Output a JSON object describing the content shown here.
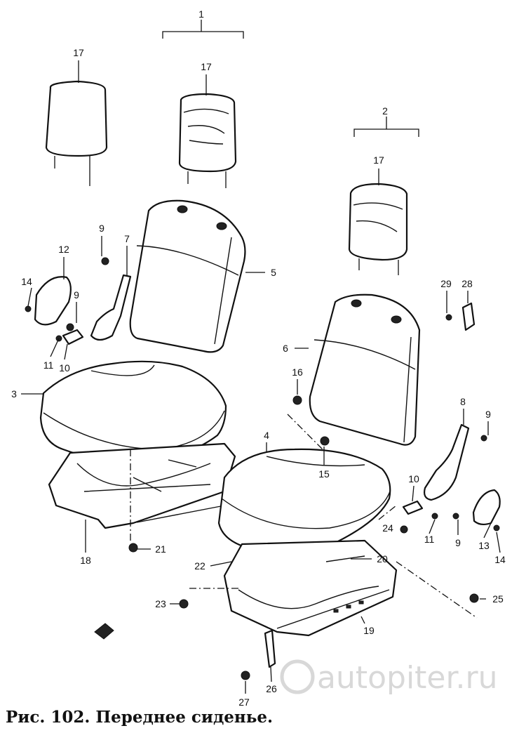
{
  "figure": {
    "caption": "Рис. 102. Переднее сиденье.",
    "watermark": "autopiter.ru"
  },
  "callouts": {
    "assembly_1": "1",
    "assembly_2": "2",
    "headrest_left": "17",
    "headrest_mid": "17",
    "headrest_right": "17",
    "bolt_9a": "9",
    "hinge_7": "7",
    "cover_12": "12",
    "screw_14a": "14",
    "bolt_9b": "9",
    "backrest_5": "5",
    "screw_29": "29",
    "clip_28": "28",
    "screw_11a": "11",
    "knob_10a": "10",
    "backrest_6": "6",
    "nut_16": "16",
    "cushion_3": "3",
    "hinge_8": "8",
    "bolt_9c": "9",
    "cushion_4": "4",
    "nut_15": "15",
    "knob_10b": "10",
    "bolt_24": "24",
    "screw_11b": "11",
    "bolt_9d": "9",
    "cover_13": "13",
    "screw_14b": "14",
    "nut_21": "21",
    "frame_18": "18",
    "rail_22": "22",
    "rail_20": "20",
    "bolt_25": "25",
    "nut_23": "23",
    "frame_19": "19",
    "lever_26": "26",
    "nut_27": "27"
  }
}
